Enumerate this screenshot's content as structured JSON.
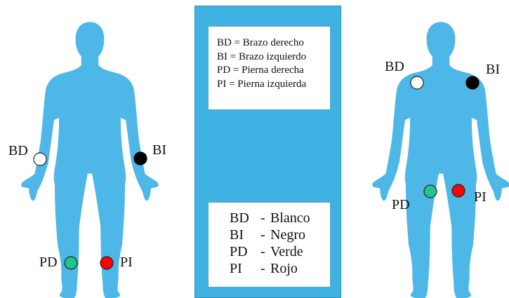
{
  "colors": {
    "body": "#4db7e8",
    "panel": "#3fb2e3",
    "blanco": "#ffffff",
    "negro": "#000000",
    "verde": "#1fc48f",
    "rojo": "#ff0000"
  },
  "left_figure": {
    "labels": {
      "bd": "BD",
      "bi": "BI",
      "pd": "PD",
      "pi": "PI"
    }
  },
  "right_figure": {
    "labels": {
      "bd": "BD",
      "bi": "BI",
      "pd": "PD",
      "pi": "PI"
    }
  },
  "legend": [
    "BD = Brazo derecho",
    "BI = Brazo izquierdo",
    "PD = Pierna derecha",
    "PI = Pierna izquierda"
  ],
  "color_key": [
    {
      "code": "BD",
      "dash": "-",
      "color": "Blanco"
    },
    {
      "code": "BI",
      "dash": "-",
      "color": "Negro"
    },
    {
      "code": "PD",
      "dash": "-",
      "color": "Verde"
    },
    {
      "code": "PI",
      "dash": "-",
      "color": "Rojo"
    }
  ]
}
